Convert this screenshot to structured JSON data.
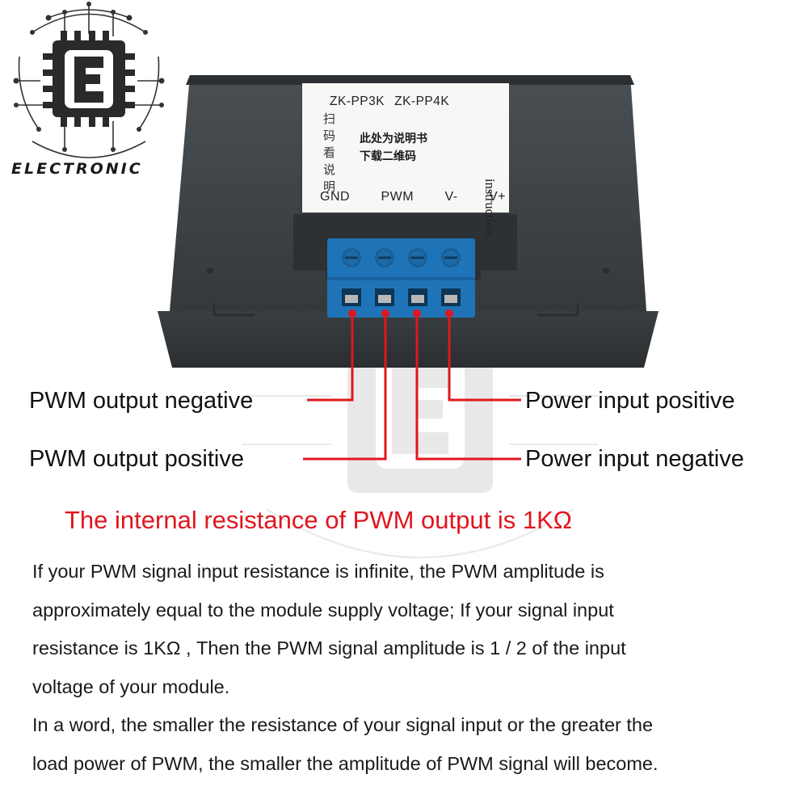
{
  "brand": {
    "logo_letter": "E",
    "logo_text": "ELECTRONIC"
  },
  "device_label": {
    "models": [
      "ZK-PP3K",
      "ZK-PP4K"
    ],
    "scan_text": "扫码看说明",
    "cn_lines": [
      "此处为说明书",
      "下载二维码"
    ],
    "instruction": "instruction",
    "pins": [
      "GND",
      "PWM",
      "V-",
      "V+"
    ]
  },
  "callouts": {
    "pwm_output_negative": "PWM output negative",
    "pwm_output_positive": "PWM output positive",
    "power_input_positive": "Power input positive",
    "power_input_negative": "Power input negative"
  },
  "headline": "The internal resistance of PWM output is 1KΩ",
  "description": {
    "lines_para1": [
      "If your PWM signal input resistance is infinite, the PWM amplitude is",
      "approximately equal to the module supply voltage; If your signal input",
      "resistance is 1KΩ ,   Then the PWM signal amplitude is 1 / 2 of the input",
      "voltage of your module."
    ],
    "lines_para2": [
      "In a word, the smaller the resistance of your signal input or the greater the",
      "load power of PWM, the smaller the amplitude of PWM signal will become."
    ]
  },
  "colors": {
    "callout_line": "#e0161e",
    "headline": "#e0161e",
    "device_body": "#3f4448",
    "terminal_block": "#1f74b8"
  }
}
